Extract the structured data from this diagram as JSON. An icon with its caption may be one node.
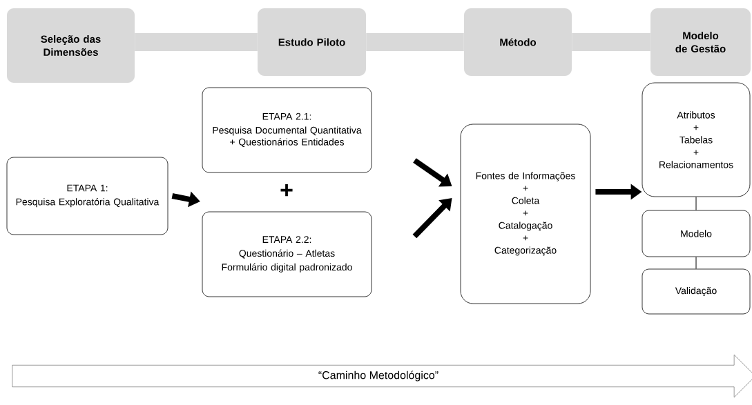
{
  "diagram": {
    "nodes": [
      {
        "text": [
          "Seleção das Dimensões"
        ]
      },
      {
        "text": [
          "Estudo Piloto"
        ]
      },
      {
        "text": [
          "Método"
        ]
      },
      {
        "text": [
          "Modelo de Gestão"
        ]
      },
      {
        "text": [
          "ETAPA 1:",
          "Pesquisa Exploratória Qualitativa"
        ]
      },
      {
        "text": [
          "ETAPA 2.1:",
          "Pesquisa Documental Quantitativa + Questionários Entidades"
        ]
      },
      {
        "text": [
          "ETAPA 2.2:",
          "Questionário – Atletas",
          "Formulário digital padronizado"
        ]
      },
      {
        "text": [
          "Fontes de Informações",
          "+",
          "Coleta",
          "+",
          "Catalogação",
          "+",
          "Categorização"
        ]
      },
      {
        "text": [
          "Atributos",
          "+",
          "Tabelas",
          "+",
          "Relacionamentos"
        ]
      },
      {
        "text": [
          "Modelo"
        ]
      },
      {
        "text": [
          "Validação"
        ]
      },
      {
        "text": [
          "“Caminho Metodológico”"
        ]
      }
    ],
    "edges": [
      {
        "from": 0,
        "to": 1,
        "arrow": "none",
        "style": "thick",
        "color": "#d9d9d9"
      },
      {
        "from": 1,
        "to": 2,
        "arrow": "none",
        "style": "thick",
        "color": "#d9d9d9"
      },
      {
        "from": 2,
        "to": 3,
        "arrow": "none",
        "style": "thick",
        "color": "#d9d9d9"
      },
      {
        "from": 4,
        "to": null,
        "arrow": "to"
      },
      {
        "from": 5,
        "to": 7,
        "arrow": "to"
      },
      {
        "from": 6,
        "to": 7,
        "arrow": "to"
      },
      {
        "from": 7,
        "to": 8,
        "arrow": "to"
      },
      {
        "from": 8,
        "to": 9,
        "arrow": "none"
      },
      {
        "from": 9,
        "to": 10,
        "arrow": "none"
      }
    ],
    "labels": [
      "+"
    ]
  }
}
